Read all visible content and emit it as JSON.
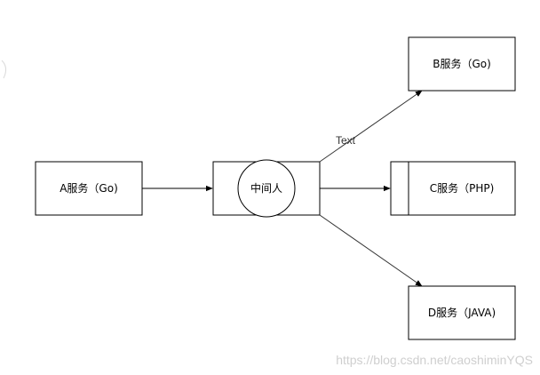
{
  "nodes": {
    "a": {
      "label": "A服务（Go)"
    },
    "middle": {
      "label": "中间人"
    },
    "b": {
      "label": "B服务（Go)"
    },
    "c": {
      "label": "C服务（PHP)"
    },
    "d": {
      "label": "D服务（JAVA)"
    }
  },
  "edges": {
    "middle_to_b": {
      "label": "Text"
    }
  },
  "watermark": "https://blog.csdn.net/caoshiminYQS",
  "colors": {
    "stroke": "#000000",
    "edge_gray": "#333333",
    "fill": "#ffffff",
    "watermark": "#cfcfcf"
  }
}
